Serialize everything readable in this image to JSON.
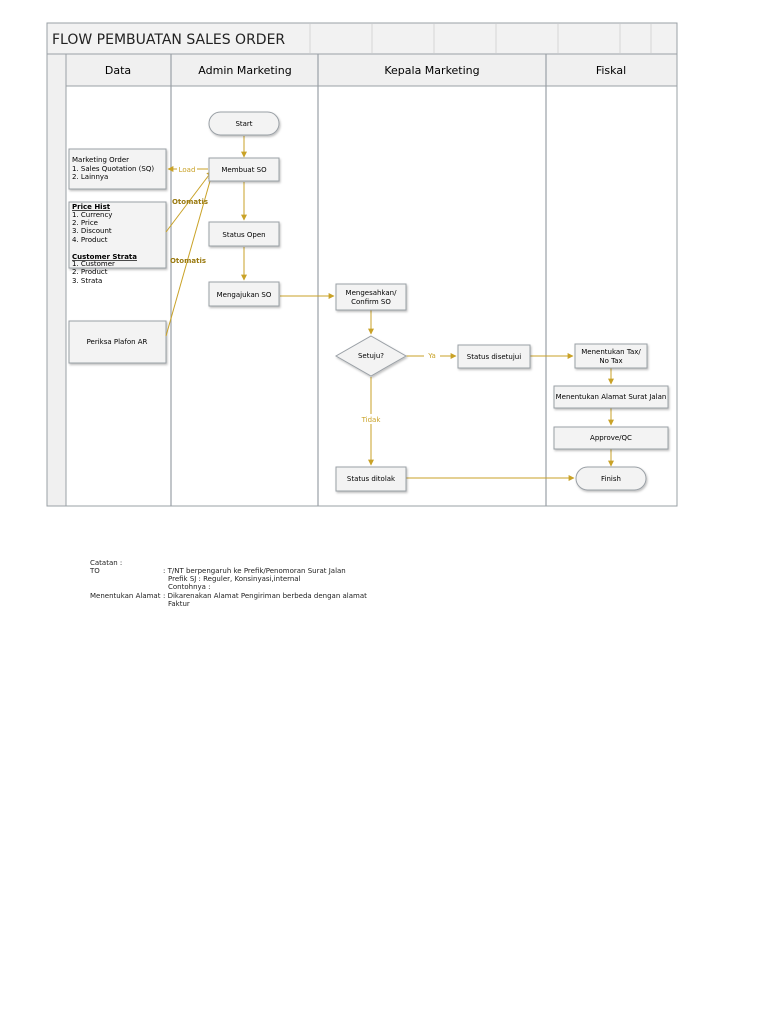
{
  "title": "FLOW PEMBUATAN SALES ORDER",
  "lanes": [
    "Data",
    "Admin Marketing",
    "Kepala Marketing",
    "Fiskal"
  ],
  "data_boxes": {
    "marketing_order": [
      "Marketing Order",
      "1. Sales Quotation (SQ)",
      "2. Lainnya"
    ],
    "price_hist_heading": "Price Hist",
    "price_hist_items": [
      "1. Currency",
      "2. Price",
      "3. Discount",
      "4. Product"
    ],
    "customer_strata_heading": "Customer Strata",
    "customer_strata_items": [
      "1. Customer",
      "2. Product",
      "3. Strata"
    ],
    "plafon": "Periksa Plafon AR"
  },
  "nodes": {
    "start": "Start",
    "membuat_so": "Membuat SO",
    "status_open": "Status Open",
    "mengajukan_so": "Mengajukan SO",
    "mengesahkan_1": "Mengesahkan/",
    "mengesahkan_2": "Confirm SO",
    "setuju": "Setuju?",
    "status_disetujui": "Status disetujui",
    "status_ditolak": "Status ditolak",
    "tax_1": "Menentukan Tax/",
    "tax_2": "No Tax",
    "alamat": "Menentukan Alamat Surat Jalan",
    "approve": "Approve/QC",
    "finish": "Finish"
  },
  "edge_labels": {
    "load": "Load",
    "otomatis_1": "Otomatis",
    "otomatis_2": "Otomatis",
    "ya": "Ya",
    "tidak": "Tidak"
  },
  "notes": {
    "catatan": "Catatan :",
    "to_label": "TO",
    "to_text_1": ": T/NT berpengaruh ke Prefik/Penomoran Surat Jalan",
    "to_text_2": "Prefik SJ : Reguler, Konsinyasi,internal",
    "to_text_3": "Contohnya :",
    "alamat_label": "Menentukan Alamat",
    "alamat_text_1": ": Dikarenakan Alamat Pengiriman berbeda dengan alamat",
    "alamat_text_2": "Faktur"
  },
  "colors": {
    "arrow": "#c9a227",
    "label_bold": "#9a7a10",
    "header_fill": "#f0f0f0",
    "node_fill": "#f3f3f3",
    "border": "#9aa0a6"
  }
}
